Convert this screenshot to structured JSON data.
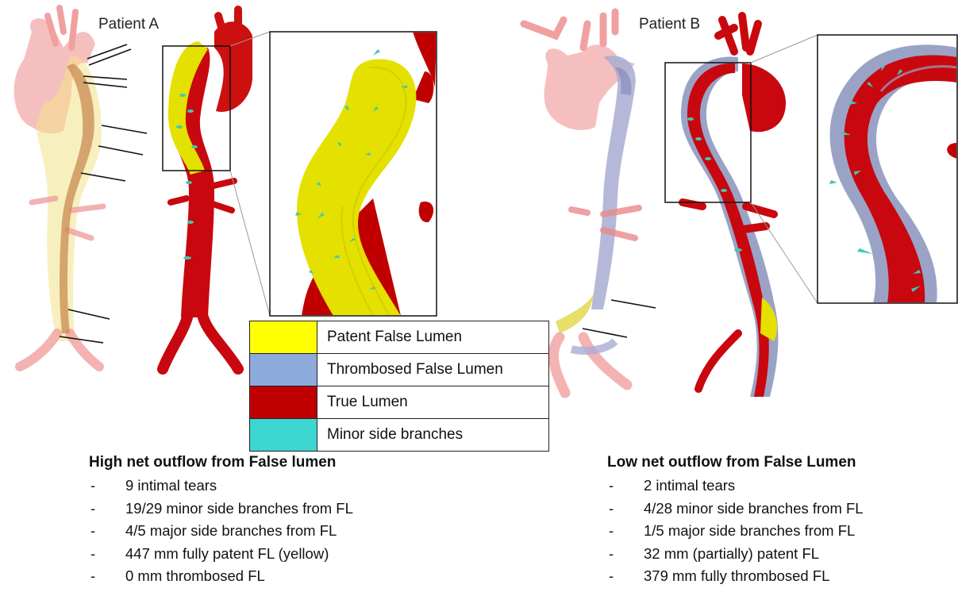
{
  "patient_a": {
    "label": "Patient A",
    "summary_title": "High net outflow from False lumen",
    "items": [
      "9 intimal tears",
      "19/29 minor side branches from FL",
      "4/5 major side branches from FL",
      "447 mm fully patent FL (yellow)",
      "0 mm thrombosed FL"
    ]
  },
  "patient_b": {
    "label": "Patient B",
    "summary_title": "Low net outflow from False Lumen",
    "items": [
      "2 intimal tears",
      "4/28 minor side branches from FL",
      "1/5 major side branches from FL",
      "32 mm (partially) patent FL",
      "379 mm fully thrombosed FL"
    ]
  },
  "legend": [
    {
      "label": "Patent False Lumen",
      "color": "#ffff00"
    },
    {
      "label": "Thrombosed False Lumen",
      "color": "#8ea9db"
    },
    {
      "label": "True Lumen",
      "color": "#c00000"
    },
    {
      "label": "Minor side branches",
      "color": "#3dd6d0"
    }
  ],
  "bullet": "-",
  "colors": {
    "true_lumen": "#c8080e",
    "patent_fl": "#e3e000",
    "thrombosed_fl": "#9aa3c6",
    "side_branch": "#3ec9b8",
    "translucent": "#f0a0a0"
  }
}
